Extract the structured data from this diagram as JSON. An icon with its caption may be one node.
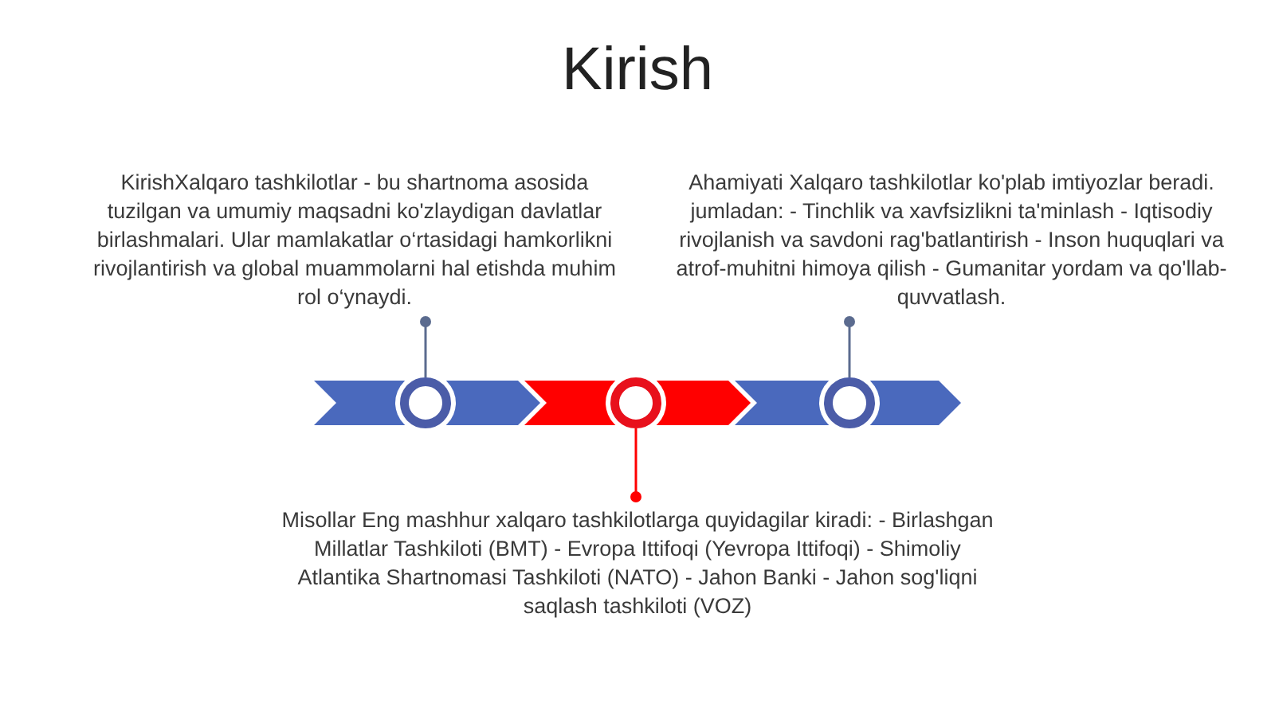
{
  "diagram": {
    "title": "Kirish",
    "nodes": [
      {
        "text": [
          "KirishXalqaro tashkilotlar - bu shartnoma asosida tuzilgan va umumiy maqsadni ko'zlaydigan davlatlar birlashmalari. Ular mamlakatlar o‘rtasidagi hamkorlikni rivojlantirish va global muammolarni hal etishda muhim rol o‘ynaydi."
        ]
      },
      {
        "text": [
          "Ahamiyati Xalqaro tashkilotlar ko'plab imtiyozlar beradi. jumladan: - Tinchlik va xavfsizlikni ta'minlash - Iqtisodiy rivojlanish va savdoni rag'batlantirish - Inson huquqlari va atrof-muhitni himoya qilish - Gumanitar yordam va qo'llab-quvvatlash."
        ]
      },
      {
        "text": [],
        "shape": "circle"
      },
      {
        "text": [],
        "shape": "circle"
      },
      {
        "text": [],
        "shape": "circle"
      },
      {
        "text": [
          "Misollar Eng mashhur xalqaro tashkilotlarga quyidagilar kiradi: - Birlashgan Millatlar Tashkiloti (BMT) - Evropa Ittifoqi (Yevropa Ittifoqi) - Shimoliy Atlantika Shartnomasi Tashkiloti (NATO) - Jahon Banki - Jahon sog'liqni saqlash tashkiloti (VOZ)"
        ]
      }
    ],
    "edges": [
      {
        "from": 0,
        "to": 2,
        "arrow": "other"
      },
      {
        "from": 1,
        "to": 4,
        "arrow": "other"
      },
      {
        "from": 5,
        "to": 3,
        "arrow": "other",
        "color": "#ff0000"
      }
    ]
  }
}
